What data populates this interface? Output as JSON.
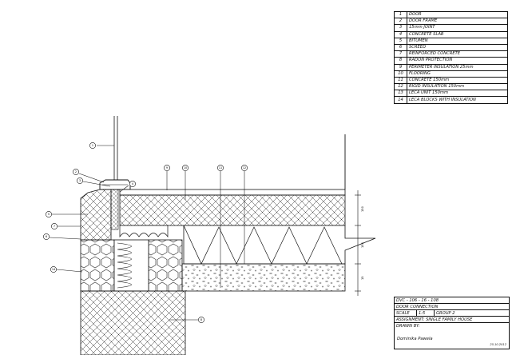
{
  "legend": {
    "items": [
      {
        "num": "1",
        "label": "DOOR"
      },
      {
        "num": "2",
        "label": "DOOR FRAME"
      },
      {
        "num": "3",
        "label": "15mm JOINT"
      },
      {
        "num": "4",
        "label": "CONCRETE SLAB"
      },
      {
        "num": "5",
        "label": "BITUMEN"
      },
      {
        "num": "6",
        "label": "SCREED"
      },
      {
        "num": "7",
        "label": "REINFORCED CONCRETE"
      },
      {
        "num": "8",
        "label": "RADON PROTECTION"
      },
      {
        "num": "9",
        "label": "PERIMETER INSULATION 25mm"
      },
      {
        "num": "10",
        "label": "FLOORING"
      },
      {
        "num": "11",
        "label": "CONCRETE 150mm"
      },
      {
        "num": "12",
        "label": "RIGID INSULATION 150mm"
      },
      {
        "num": "13",
        "label": "LECA UNIT 150mm"
      },
      {
        "num": "14",
        "label": "LECA BLOCKS WITH INSULATION"
      }
    ]
  },
  "title_block": {
    "drawing_no": "DVC - 106 - 16 - 108",
    "title": "DOOR CONNECTION",
    "scale_label": "SCALE",
    "scale_value": "1:5",
    "group": "GROUP 2",
    "assignment": "ASSIGNMENT: SINGLE FAMILY HOUSE",
    "drawn_by": "DRAWN BY:",
    "signature": "Dominika Pawela",
    "date": "25.10.2012"
  },
  "callouts": [
    "1",
    "2",
    "3",
    "4",
    "5",
    "6",
    "7",
    "8",
    "9",
    "10",
    "11",
    "12",
    "13",
    "14"
  ],
  "dimensions": [
    "150",
    "150",
    "15"
  ],
  "colors": {
    "ink": "#111111",
    "paper": "#ffffff"
  }
}
